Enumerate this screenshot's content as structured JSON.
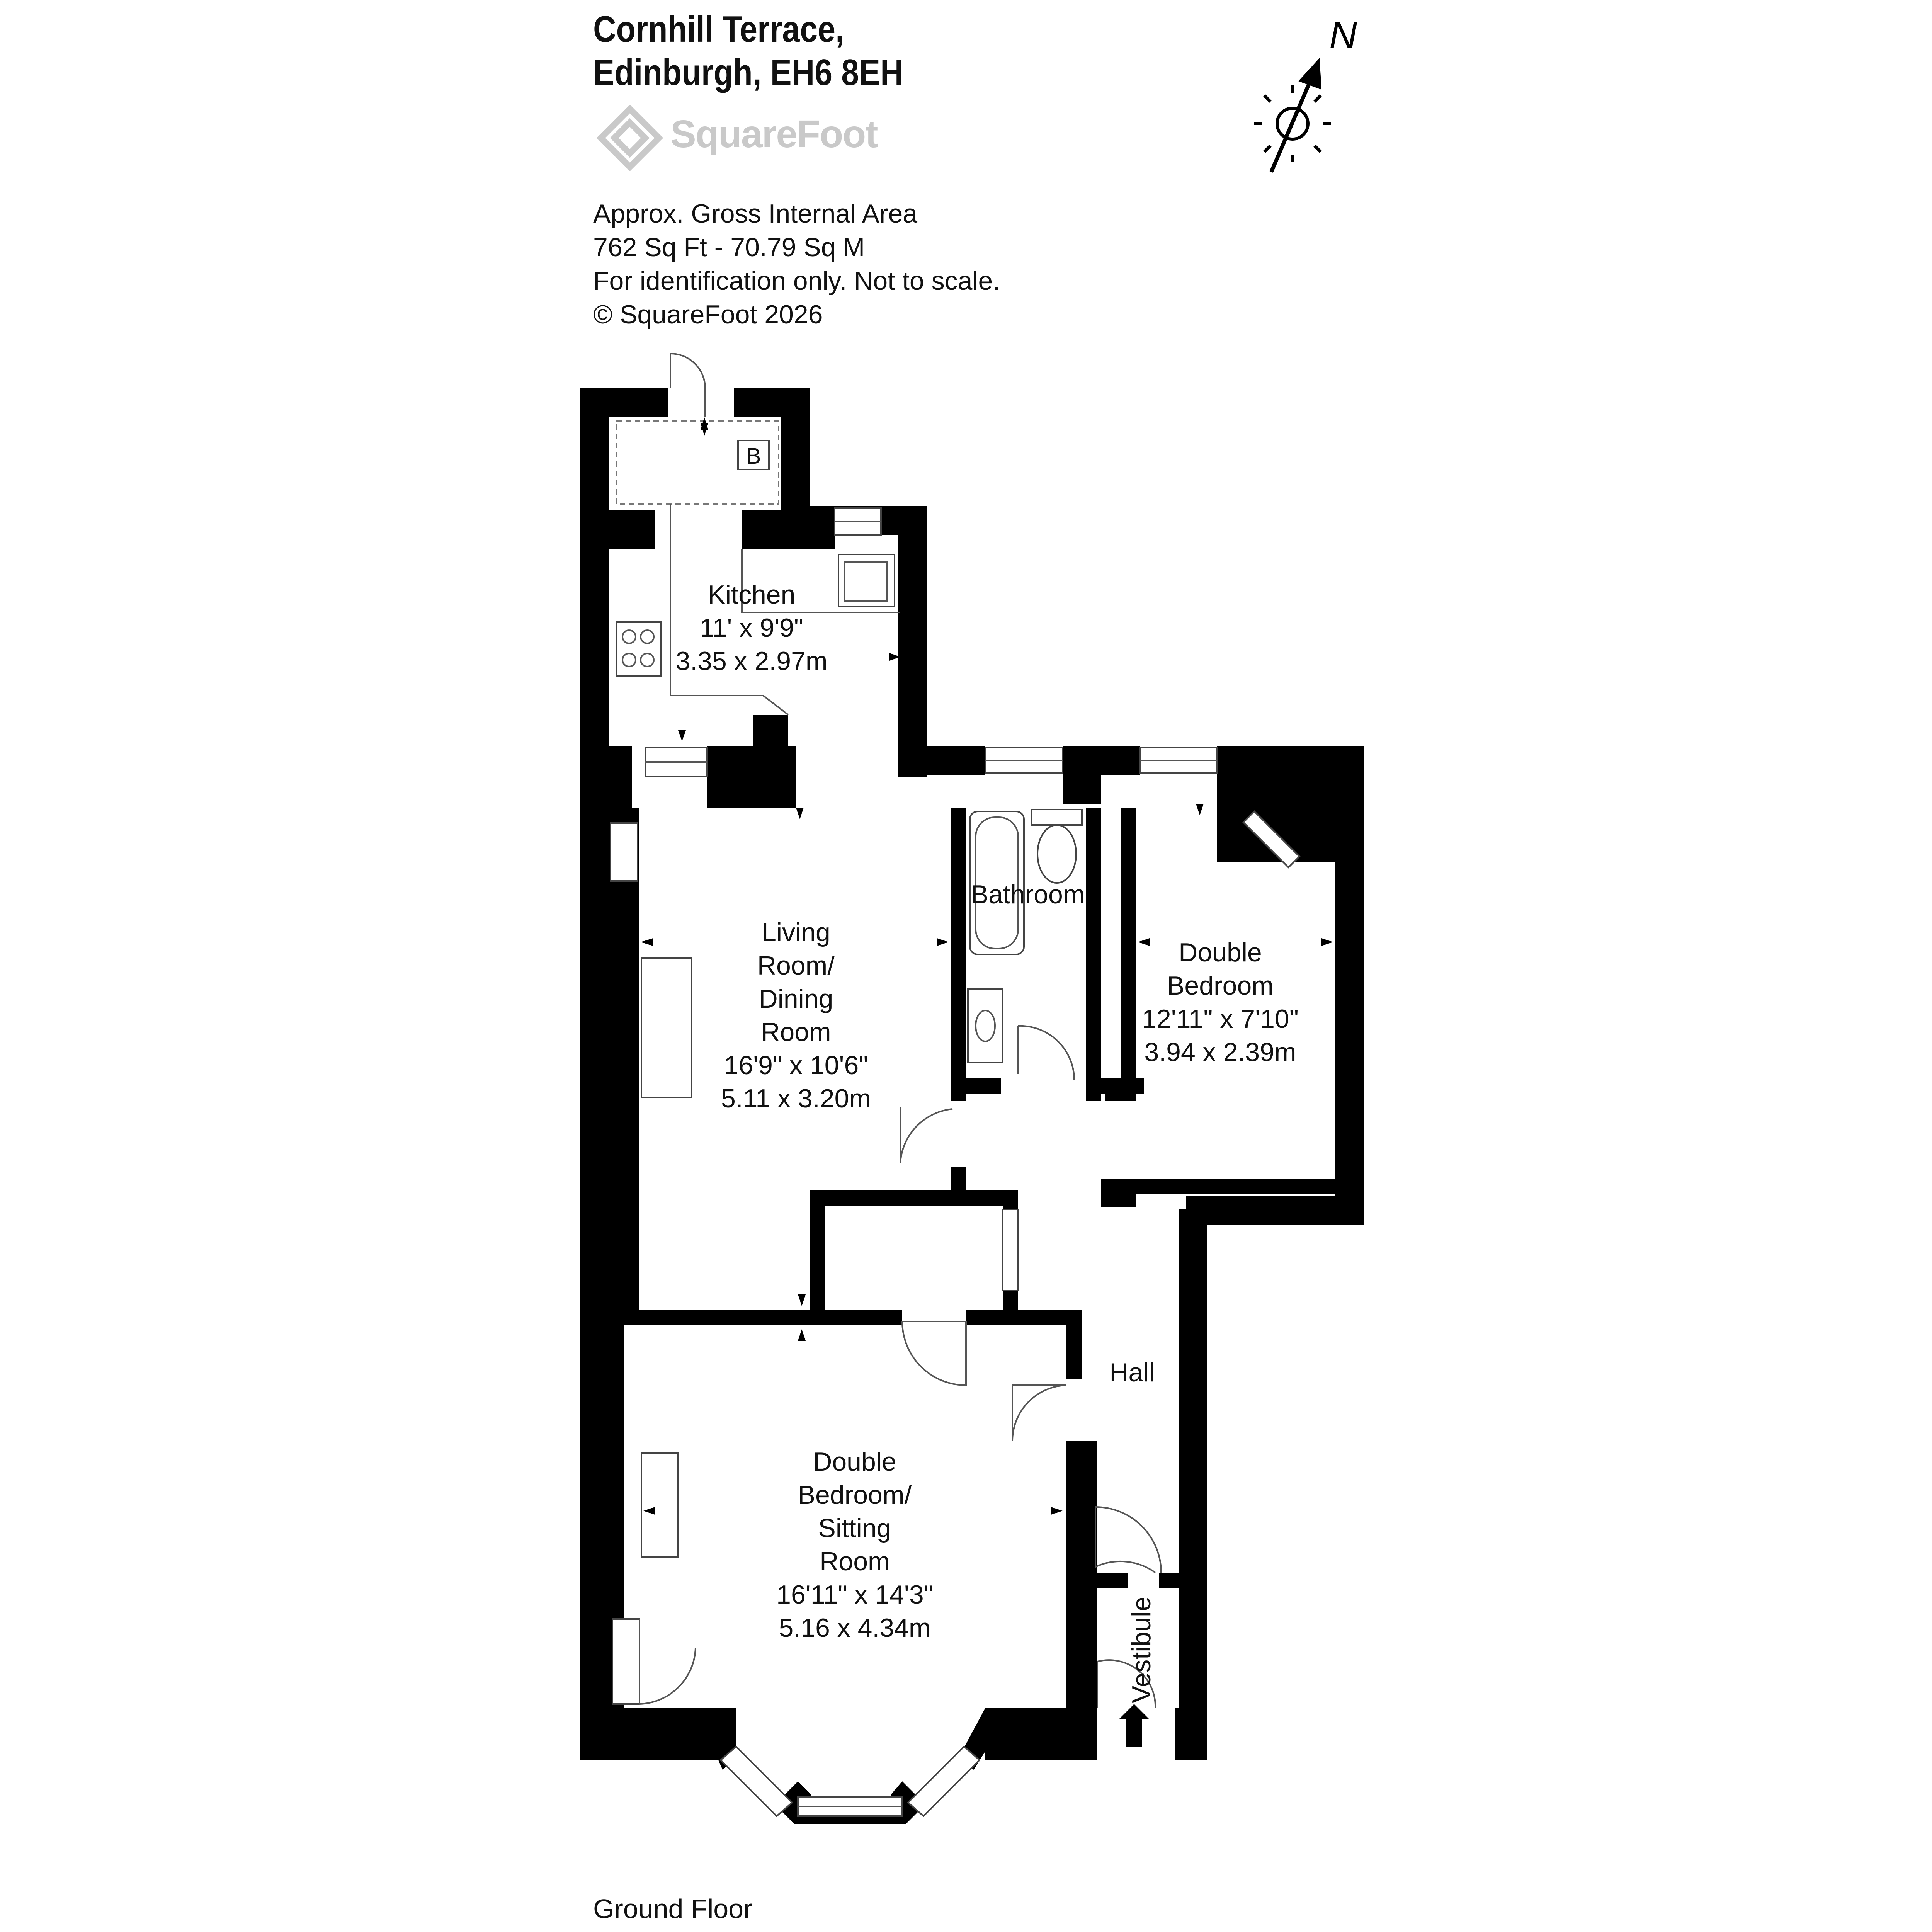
{
  "address": {
    "line1": "Cornhill Terrace,",
    "line2": "Edinburgh, EH6 8EH"
  },
  "brand": {
    "name": "SquareFoot"
  },
  "area_info": {
    "line1": "Approx. Gross Internal Area",
    "line2": "762 Sq Ft  -  70.79 Sq M",
    "line3": "For identification only. Not to scale.",
    "line4": "© SquareFoot 2026"
  },
  "compass": {
    "label": "N"
  },
  "floor_label": "Ground Floor",
  "rooms": {
    "kitchen": {
      "name": "Kitchen",
      "imperial": "11' x 9'9\"",
      "metric": "3.35 x 2.97m"
    },
    "boiler": {
      "label": "B"
    },
    "living": {
      "name1": "Living",
      "name2": "Room/",
      "name3": "Dining",
      "name4": "Room",
      "imperial": "16'9\" x 10'6\"",
      "metric": "5.11 x 3.20m"
    },
    "bathroom": {
      "name": "Bathroom"
    },
    "bedroom1": {
      "name1": "Double",
      "name2": "Bedroom",
      "imperial": "12'11\" x 7'10\"",
      "metric": "3.94 x 2.39m"
    },
    "bedroom2": {
      "name1": "Double",
      "name2": "Bedroom/",
      "name3": "Sitting",
      "name4": "Room",
      "imperial": "16'11\" x 14'3\"",
      "metric": "5.16 x 4.34m"
    },
    "hall": {
      "name": "Hall"
    },
    "vestibule": {
      "name": "Vestibule"
    }
  },
  "icons": [
    "compass-icon",
    "sun-icon",
    "brand-logo-icon",
    "entrance-arrow-icon"
  ]
}
